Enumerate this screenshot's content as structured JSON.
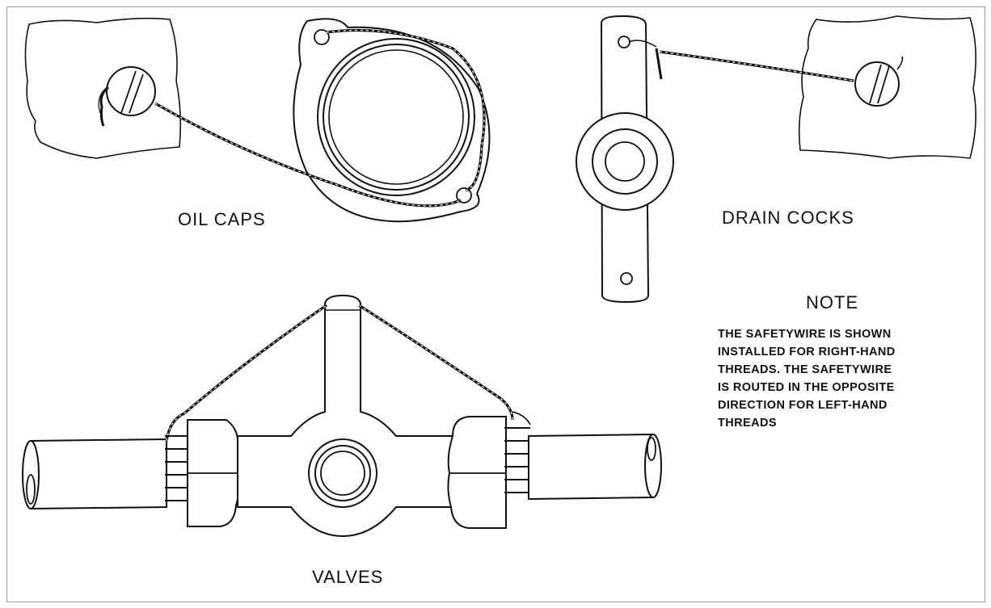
{
  "labels": {
    "oil_caps": "OIL CAPS",
    "drain_cocks": "DRAIN COCKS",
    "valves": "VALVES"
  },
  "note": {
    "title": "NOTE",
    "lines": [
      "THE SAFETYWIRE  IS SHOWN",
      "INSTALLED FOR RIGHT-HAND",
      "THREADS. THE SAFETYWIRE",
      "IS ROUTED IN THE OPPOSITE",
      "DIRECTION FOR LEFT-HAND",
      "THREADS"
    ]
  },
  "icons": [
    "oil-cap-icon",
    "drain-cock-icon",
    "valve-icon",
    "safety-wire-icon"
  ],
  "colors": {
    "ink": "#111111",
    "frame": "#9a9a9a",
    "paper": "#ffffff"
  }
}
